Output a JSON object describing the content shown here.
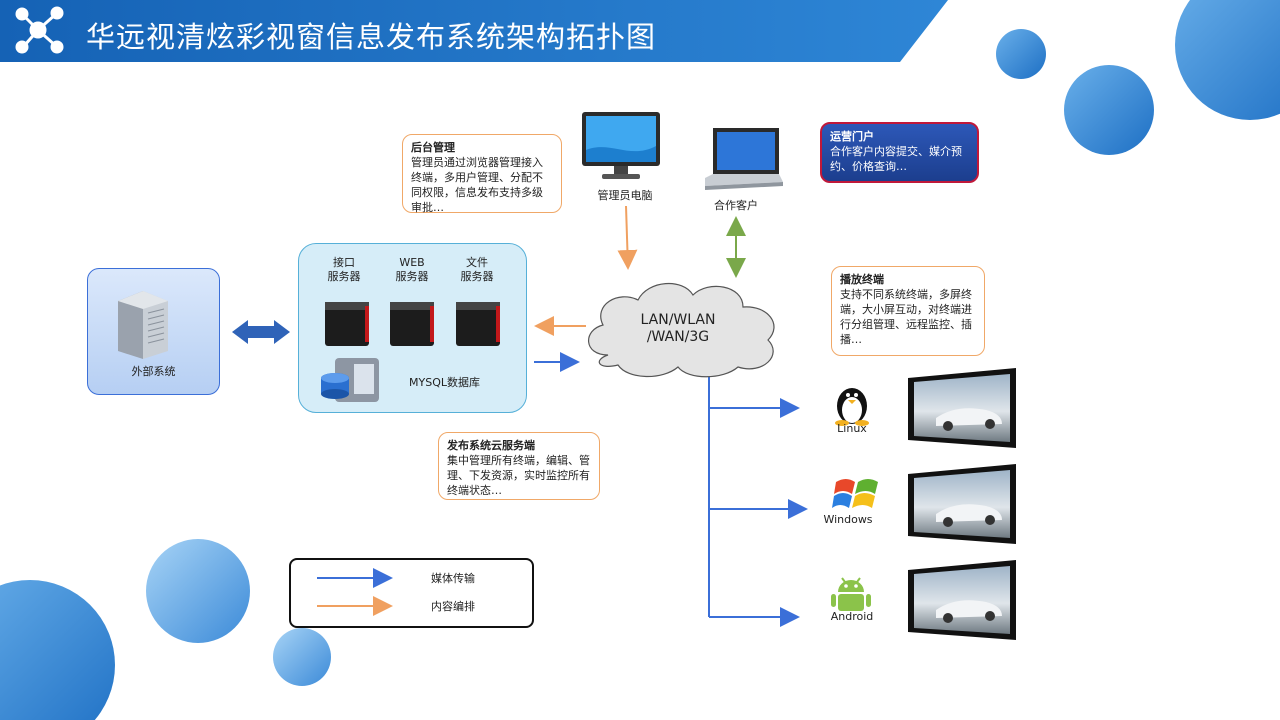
{
  "title": "华远视清炫彩视窗信息发布系统架构拓扑图",
  "external_system": {
    "label": "外部系统"
  },
  "cloud_server": {
    "servers": [
      {
        "label_line1": "接口",
        "label_line2": "服务器"
      },
      {
        "label_line1": "WEB",
        "label_line2": "服务器"
      },
      {
        "label_line1": "文件",
        "label_line2": "服务器"
      }
    ],
    "database_label": "MYSQL数据库"
  },
  "network": {
    "line1": "LAN/WLAN",
    "line2": "/WAN/3G"
  },
  "admin_pc": {
    "label": "管理员电脑"
  },
  "partner": {
    "label": "合作客户"
  },
  "callouts": {
    "backend": {
      "title": "后台管理",
      "body": "管理员通过浏览器管理接入终端，多用户管理、分配不同权限，信息发布支持多级审批…"
    },
    "portal": {
      "title": "运营门户",
      "body": "合作客户内容提交、媒介预约、价格查询…"
    },
    "player": {
      "title": "播放终端",
      "body": "支持不同系统终端，多屏终端，大小屏互动，对终端进行分组管理、远程监控、插播…"
    },
    "cloud": {
      "title": "发布系统云服务端",
      "body": "集中管理所有终端，编辑、管理、下发资源，实时监控所有终端状态…"
    }
  },
  "terminals": [
    {
      "os": "Linux",
      "icon": "linux-penguin-icon"
    },
    {
      "os": "Windows",
      "icon": "windows-logo-icon"
    },
    {
      "os": "Android",
      "icon": "android-robot-icon"
    }
  ],
  "legend": [
    {
      "label": "媒体传输",
      "color": "#3b6fd8"
    },
    {
      "label": "内容编排",
      "color": "#f0a060"
    }
  ],
  "colors": {
    "header_blue": "#1a6fc2",
    "media_blue": "#3b6fd8",
    "content_orange": "#f0a060",
    "partner_green": "#7aa84a"
  }
}
